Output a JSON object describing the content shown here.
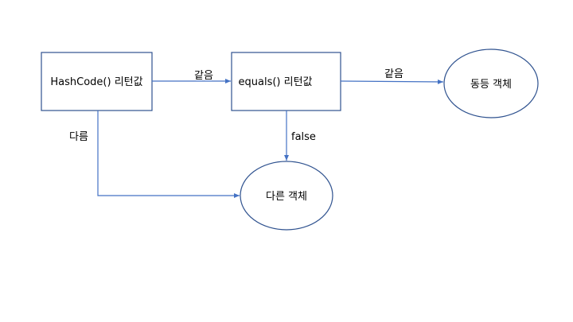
{
  "diagram": {
    "nodes": {
      "hashcode": {
        "label": "HashCode() 리턴값",
        "shape": "rectangle"
      },
      "equals": {
        "label": "equals() 리턴값",
        "shape": "rectangle"
      },
      "same_object": {
        "label": "동등 객체",
        "shape": "ellipse"
      },
      "different_object": {
        "label": "다른 객체",
        "shape": "ellipse"
      }
    },
    "edges": [
      {
        "from": "hashcode",
        "to": "equals",
        "label": "같음"
      },
      {
        "from": "equals",
        "to": "same_object",
        "label": "같음"
      },
      {
        "from": "equals",
        "to": "different_object",
        "label": "false"
      },
      {
        "from": "hashcode",
        "to": "different_object",
        "label": "다름"
      }
    ],
    "colors": {
      "stroke": "#2F528F",
      "arrow": "#4472C4",
      "text": "#000000"
    }
  }
}
